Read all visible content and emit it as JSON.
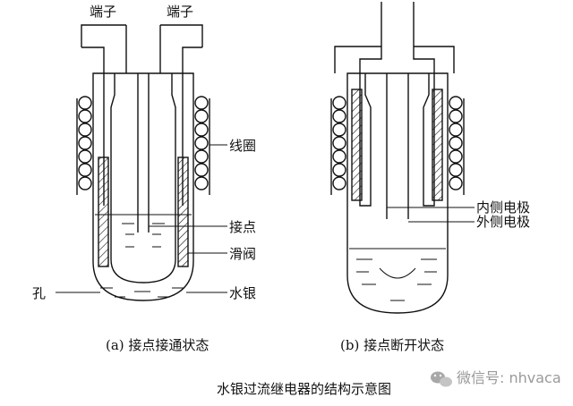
{
  "diagram_a": {
    "terminal_left": "端子",
    "terminal_right": "端子",
    "coil": "线圈",
    "contact": "接点",
    "slide_valve": "滑阀",
    "hole": "孔",
    "mercury": "水银",
    "caption": "(a) 接点接通状态"
  },
  "diagram_b": {
    "inner_electrode": "内侧电极",
    "outer_electrode": "外侧电极",
    "caption": "(b) 接点断开状态"
  },
  "figure_title": "水银过流继电器的结构示意图",
  "watermark": {
    "text": "微信号: nhvaca",
    "icon": "wechat-icon"
  },
  "colors": {
    "line": "#111111",
    "watermark": "#9a9a9a"
  }
}
